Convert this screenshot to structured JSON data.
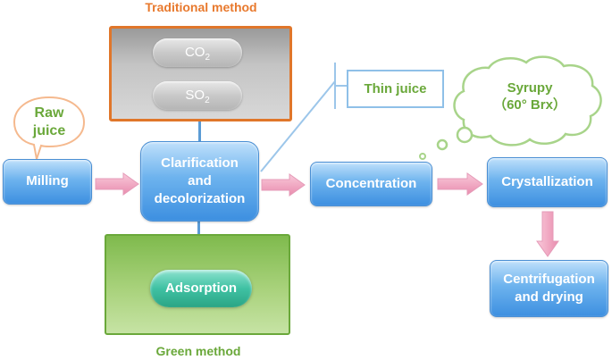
{
  "traditional": {
    "caption": "Traditional method",
    "items": [
      "CO",
      "SO"
    ],
    "subscript": "2"
  },
  "green": {
    "caption": "Green method",
    "item": "Adsorption"
  },
  "raw_juice": {
    "line1": "Raw",
    "line2": "juice"
  },
  "steps": {
    "milling": "Milling",
    "clarification": {
      "line1": "Clarification",
      "line2": "and",
      "line3": "decolorization"
    },
    "concentration": "Concentration",
    "crystallization": "Crystallization",
    "centrifugation": {
      "line1": "Centrifugation",
      "line2": "and drying"
    }
  },
  "thin_juice": "Thin juice",
  "syrupy": {
    "line1": "Syrupy",
    "line2": "（60° Brx）"
  },
  "colors": {
    "traditional": "#e0762a",
    "green": "#6aa83a",
    "process_box": "#3d8fe0",
    "arrow": "#f2a7c3"
  }
}
